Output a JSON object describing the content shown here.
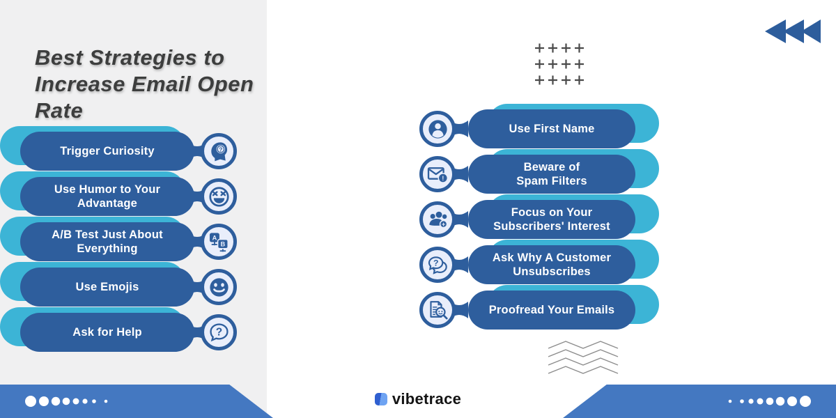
{
  "title": "Best Strategies to\nIncrease Email Open\nRate",
  "brand": {
    "logo_text": "vibetrace",
    "logo_icon": "vibetrace-mark-icon"
  },
  "colors": {
    "pill_dark_blue": "#2e5e9d",
    "pill_cyan": "#3cb4d6",
    "circle_fill": "#e9eefb",
    "band_blue": "#4478c1",
    "panel_gray": "#f0f0f1",
    "title_gray": "#3d3e3e",
    "rewind_blue": "#2d5d9c"
  },
  "left_items": [
    {
      "label": "Trigger Curiosity",
      "icon": "head-question-icon"
    },
    {
      "label": "Use Humor to Your\nAdvantage",
      "icon": "laughing-face-icon"
    },
    {
      "label": "A/B Test Just About\nEverything",
      "icon": "ab-test-icon"
    },
    {
      "label": "Use Emojis",
      "icon": "smiley-face-icon"
    },
    {
      "label": "Ask for Help",
      "icon": "question-bubble-icon"
    }
  ],
  "right_items": [
    {
      "label": "Use First Name",
      "icon": "user-icon"
    },
    {
      "label": "Beware of\nSpam Filters",
      "icon": "spam-mail-icon"
    },
    {
      "label": "Focus on Your\nSubscribers' Interest",
      "icon": "audience-plus-icon"
    },
    {
      "label": "Ask Why A Customer\nUnsubscribes",
      "icon": "chat-question-icon"
    },
    {
      "label": "Proofread Your Emails",
      "icon": "proofread-magnifier-icon"
    }
  ],
  "decorations": {
    "rewind_icon": "fast-rewind-icon",
    "plus_pattern": "plus-grid-pattern",
    "zigzag_pattern": "zigzag-lines-pattern",
    "dots_left": "fading-dots-left",
    "dots_right": "fading-dots-right"
  }
}
